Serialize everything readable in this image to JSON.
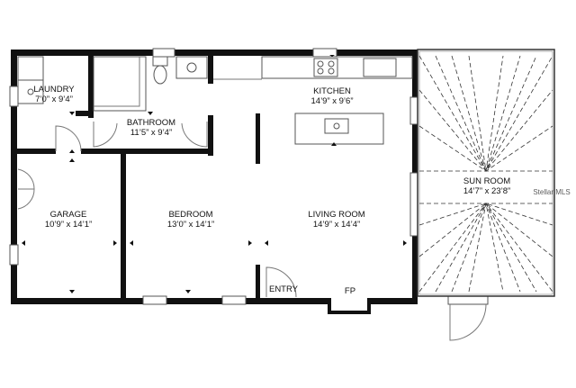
{
  "rooms": {
    "laundry": {
      "name": "LAUNDRY",
      "dims": "7’0” x 9’4”"
    },
    "bathroom": {
      "name": "BATHROOM",
      "dims": "11’5” x 9’4”"
    },
    "kitchen": {
      "name": "KITCHEN",
      "dims": "14’9” x 9’6”"
    },
    "sunroom": {
      "name": "SUN ROOM",
      "dims": "14’7” x 23’8”"
    },
    "garage": {
      "name": "GARAGE",
      "dims": "10’9” x 14’1”"
    },
    "bedroom": {
      "name": "BEDROOM",
      "dims": "13’0” x 14’1”"
    },
    "livingroom": {
      "name": "LIVING ROOM",
      "dims": "14’9” x 14’4”"
    }
  },
  "labels": {
    "entry": "ENTRY",
    "fireplace": "FP"
  },
  "watermark": "Stellar MLS"
}
